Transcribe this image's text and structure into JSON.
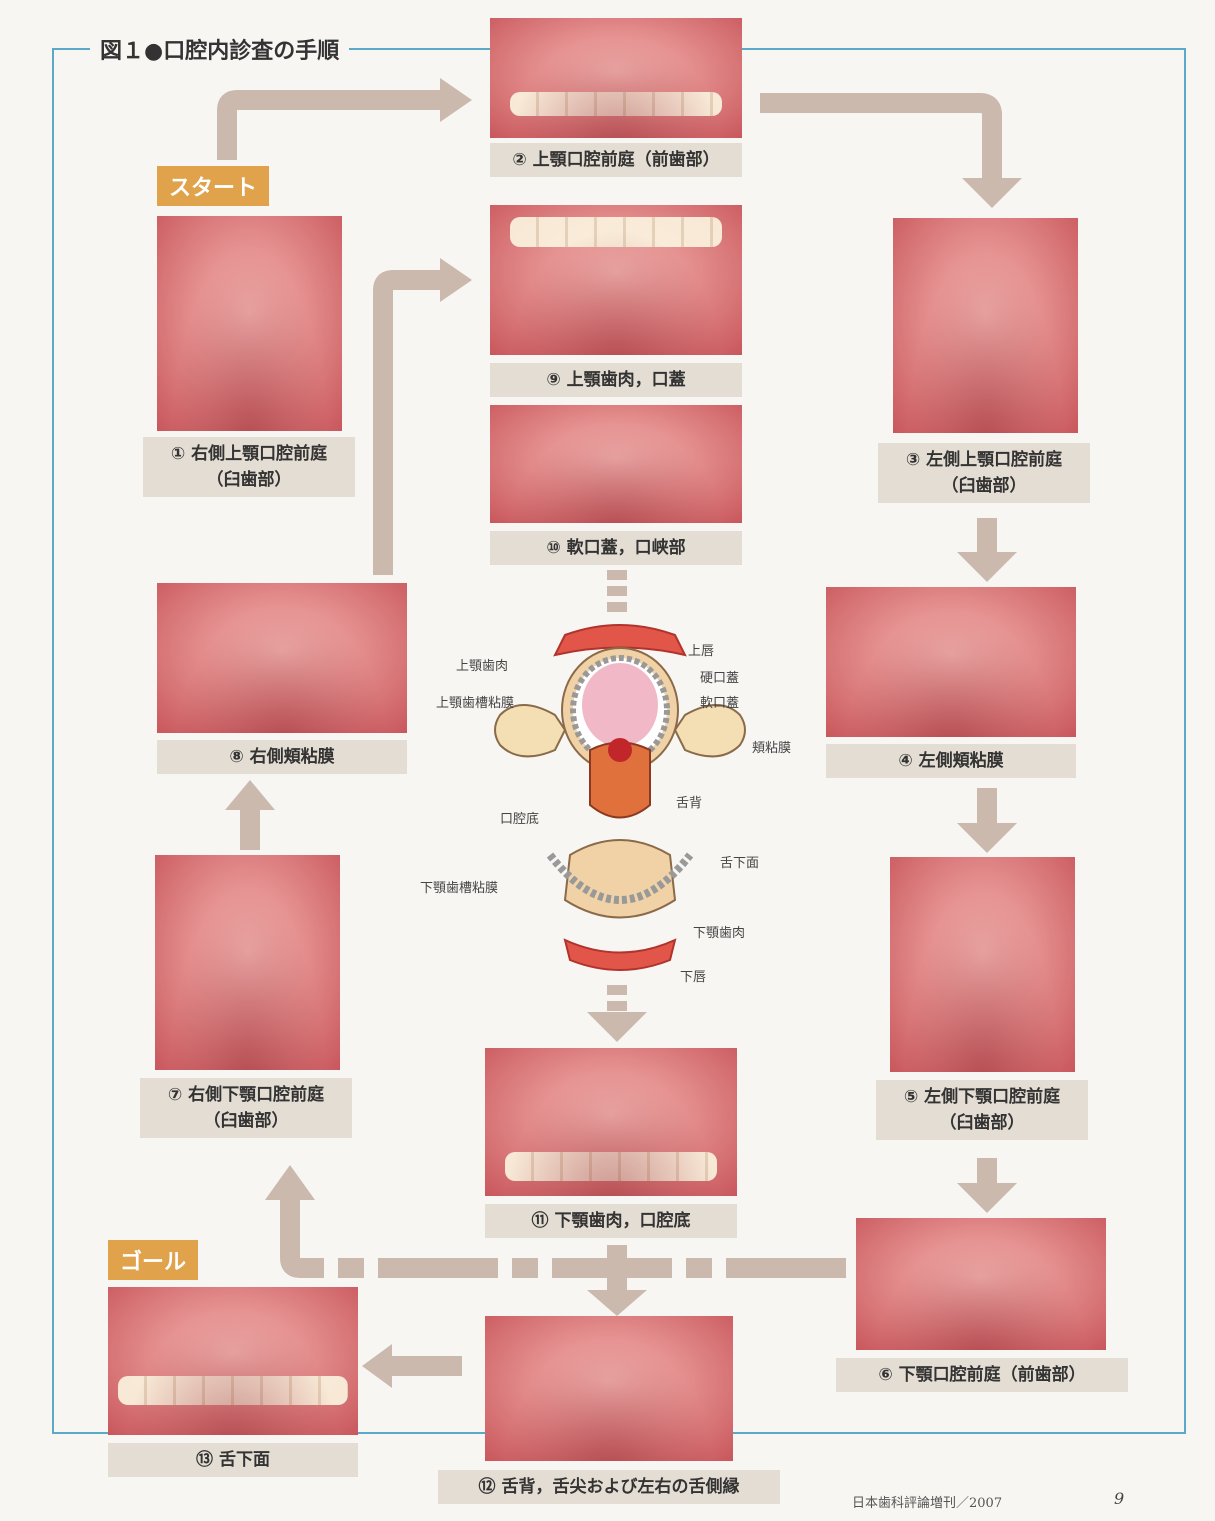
{
  "title": "図１●口腔内診査の手順",
  "badges": {
    "start": "スタート",
    "goal": "ゴール"
  },
  "steps": {
    "s1": [
      "① 右側上顎口腔前庭",
      "（臼歯部）"
    ],
    "s2": [
      "② 上顎口腔前庭（前歯部）"
    ],
    "s3": [
      "③ 左側上顎口腔前庭",
      "（臼歯部）"
    ],
    "s4": [
      "④ 左側頬粘膜"
    ],
    "s5": [
      "⑤ 左側下顎口腔前庭",
      "（臼歯部）"
    ],
    "s6": [
      "⑥ 下顎口腔前庭（前歯部）"
    ],
    "s7": [
      "⑦ 右側下顎口腔前庭",
      "（臼歯部）"
    ],
    "s8": [
      "⑧ 右側頬粘膜"
    ],
    "s9": [
      "⑨ 上顎歯肉，口蓋"
    ],
    "s10": [
      "⑩ 軟口蓋，口峡部"
    ],
    "s11": [
      "⑪ 下顎歯肉，口腔底"
    ],
    "s12": [
      "⑫ 舌背，舌尖および左右の舌側縁"
    ],
    "s13": [
      "⑬ 舌下面"
    ]
  },
  "diagram_labels": {
    "upper_lip": "上唇",
    "hard_palate": "硬口蓋",
    "soft_palate": "軟口蓋",
    "buccal_mucosa": "頬粘膜",
    "upper_gingiva": "上顎歯肉",
    "upper_alveolar_mucosa": "上顎歯槽粘膜",
    "tongue_dorsum": "舌背",
    "floor_of_mouth": "口腔底",
    "tongue_underside": "舌下面",
    "lower_alveolar_mucosa": "下顎歯槽粘膜",
    "lower_gingiva": "下顎歯肉",
    "lower_lip": "下唇"
  },
  "footer": {
    "source": "日本歯科評論増刊／2007",
    "page": "9"
  },
  "colors": {
    "frame": "#5aa9c7",
    "arrow": "#cbb9ad",
    "badge": "#e0a24a",
    "label_bg": "#e4ddd3",
    "title_dot": "#3fa34d"
  }
}
